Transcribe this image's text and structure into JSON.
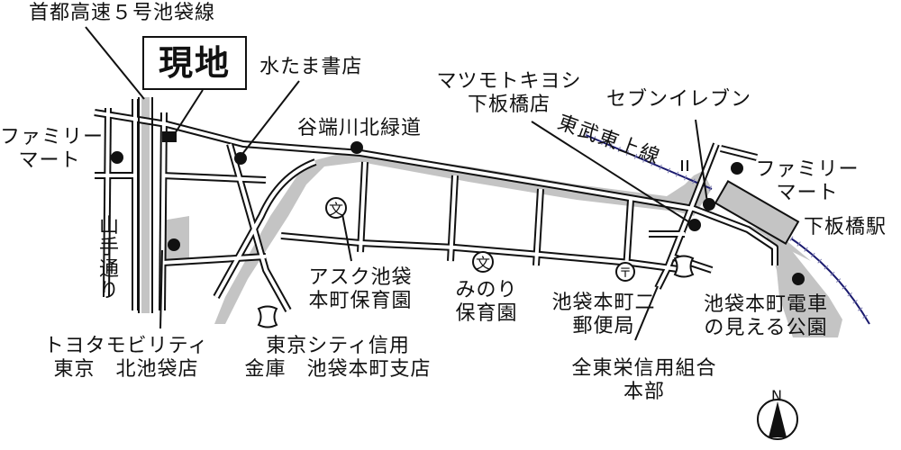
{
  "map": {
    "title_marker": "現地",
    "colors": {
      "road_outline": "#111111",
      "road_fill": "#ffffff",
      "green_area": "#c4c4c4",
      "railway": "#1a1a6e",
      "poi_dot": "#000000"
    },
    "labels": {
      "expressway": "首都高速５号池袋線",
      "mizutama": "水たま書店",
      "matsumoto_l1": "マツモトキヨシ",
      "matsumoto_l2": "下板橋店",
      "yabata": "谷端川北緑道",
      "seven": "セブンイレブン",
      "tobu": "東武東上線",
      "family_right_l1": "ファミリー",
      "family_right_l2": "マート",
      "shimoitabashi": "下板橋駅",
      "family_left_l1": "ファミリー",
      "family_left_l2": "マート",
      "yamate": "山手通り",
      "ask_l1": "アスク池袋",
      "ask_l2": "本町保育園",
      "minori_l1": "みのり",
      "minori_l2": "保育園",
      "post_l1": "池袋本町二",
      "post_l2": "郵便局",
      "park_l1": "池袋本町電車",
      "park_l2": "の見える公園",
      "toyota_l1": "トヨタモビリティ",
      "toyota_l2": "東京　北池袋店",
      "tokyocity_l1": "東京シティ信用",
      "tokyocity_l2": "金庫　池袋本町支店",
      "zentoei_l1": "全東栄信用組合",
      "zentoei_l2": "本部",
      "north": "N"
    },
    "symbols": {
      "school": "文",
      "post": "〒"
    }
  }
}
